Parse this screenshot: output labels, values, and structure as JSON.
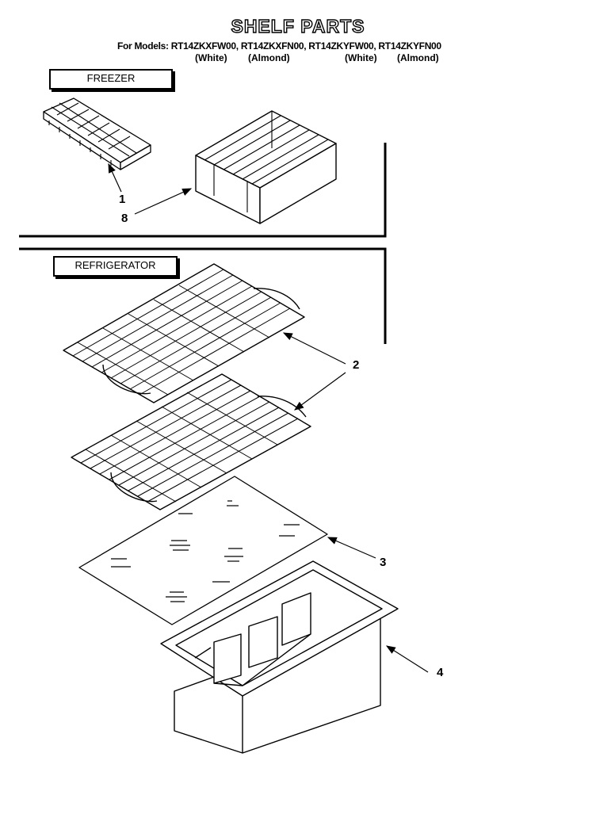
{
  "header": {
    "title": "SHELF PARTS",
    "models": "For Models: RT14ZKXFW00, RT14ZKXFN00, RT14ZKYFW00, RT14ZKYFN00",
    "colors": [
      "(White)",
      "(Almond)",
      "(White)",
      "(Almond)"
    ]
  },
  "sections": {
    "freezer": "FREEZER",
    "refrigerator": "REFRIGERATOR"
  },
  "callouts": {
    "ice_tray": "1",
    "freezer_shelf": "8",
    "wire_shelf": "2",
    "glass_cover": "3",
    "crisper_pan": "4"
  }
}
